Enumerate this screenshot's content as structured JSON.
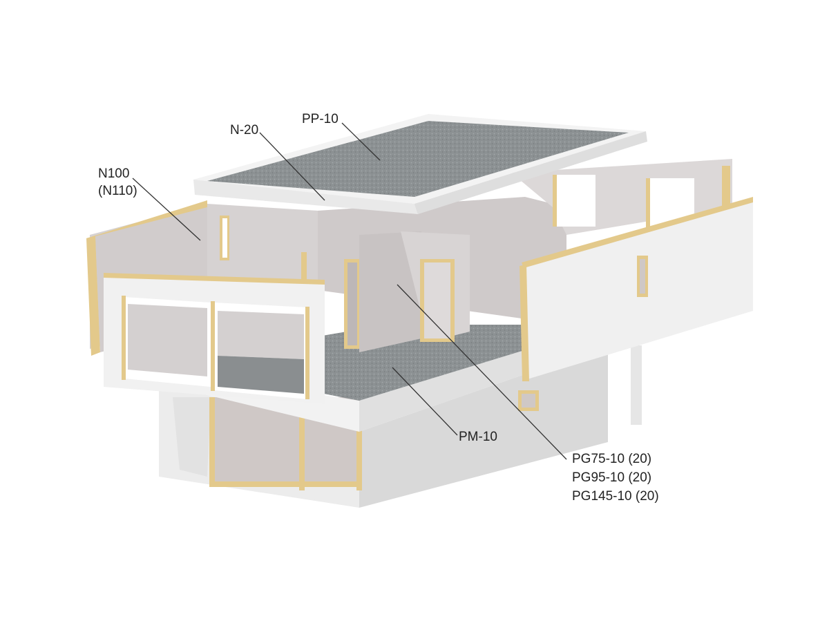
{
  "labels": {
    "pp10": "PP-10",
    "n20": "N-20",
    "n100_line1": "N100",
    "n100_line2": "(N110)",
    "pm10": "PM-10",
    "pg75": "PG75-10 (20)",
    "pg95": "PG95-10 (20)",
    "pg145": "PG145-10 (20)"
  },
  "colors": {
    "roof_gravel": "#8c9193",
    "floor_gray": "#8a8e90",
    "wall_white": "#f4f4f4",
    "wall_inner": "#d3cfcf",
    "timber_edge": "#e3c98b",
    "leader_line": "#333333"
  }
}
